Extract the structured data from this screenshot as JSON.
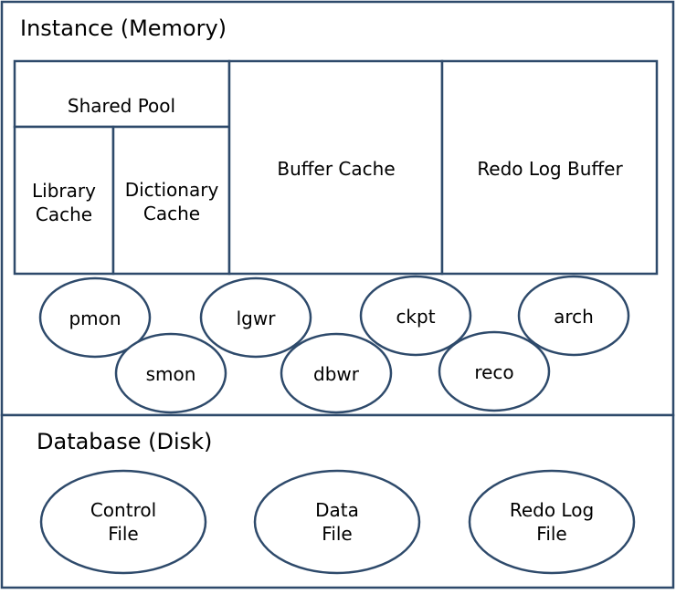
{
  "instance": {
    "title": "Instance (Memory)",
    "memory_areas": {
      "shared_pool": "Shared Pool",
      "library_cache": [
        "Library",
        "Cache"
      ],
      "dictionary_cache": [
        "Dictionary",
        "Cache"
      ],
      "buffer_cache": "Buffer Cache",
      "redo_log_buffer": "Redo Log Buffer"
    },
    "processes": [
      "pmon",
      "smon",
      "lgwr",
      "dbwr",
      "ckpt",
      "reco",
      "arch"
    ]
  },
  "database": {
    "title": "Database (Disk)",
    "files": {
      "control_file": [
        "Control",
        "File"
      ],
      "data_file": [
        "Data",
        "File"
      ],
      "redo_log_file": [
        "Redo Log",
        "File"
      ]
    }
  },
  "colors": {
    "border": "#2e4a6b",
    "text": "#000000",
    "background": "#ffffff"
  }
}
